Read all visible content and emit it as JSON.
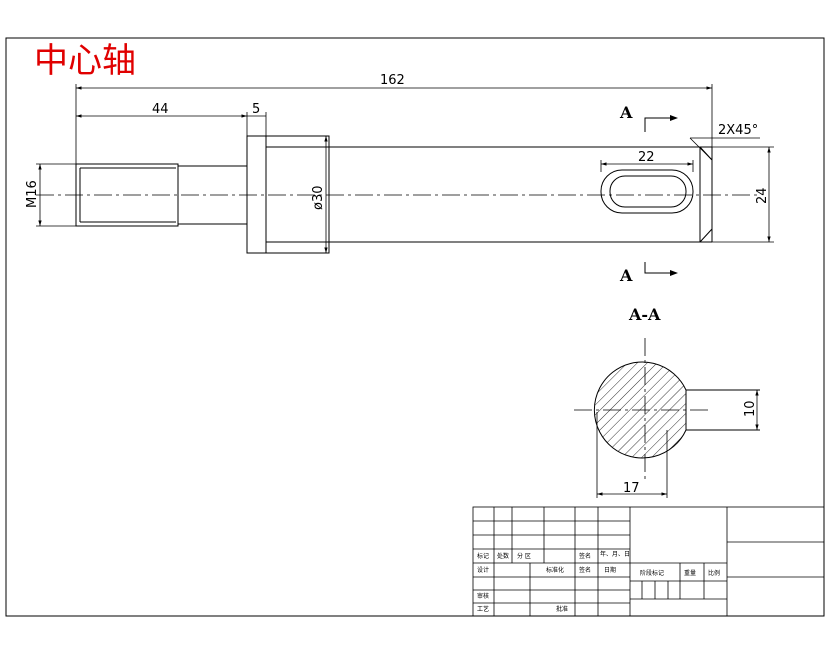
{
  "title": "中心轴",
  "dimensions": {
    "overall_length": "162",
    "thread_length": "44",
    "collar_width": "5",
    "thread": "M16",
    "diameter": "ø30",
    "keyway_length": "22",
    "chamfer": "2X45°",
    "end_height": "24",
    "key_width": "10",
    "key_depth": "17"
  },
  "section_labels": {
    "top": "A",
    "bottom": "A",
    "view": "A-A"
  },
  "title_block": {
    "row_marks": "标记",
    "row_count": "处数",
    "row_zone": "分 区",
    "row_sign": "签名",
    "row_ymd": "年、月、日",
    "design": "设计",
    "standard": "标准化",
    "sign2": "签名",
    "date2": "日期",
    "stage_mark": "阶段标记",
    "weight": "重量",
    "scale": "比例",
    "review": "审核",
    "process": "工艺",
    "approve": "批准"
  }
}
